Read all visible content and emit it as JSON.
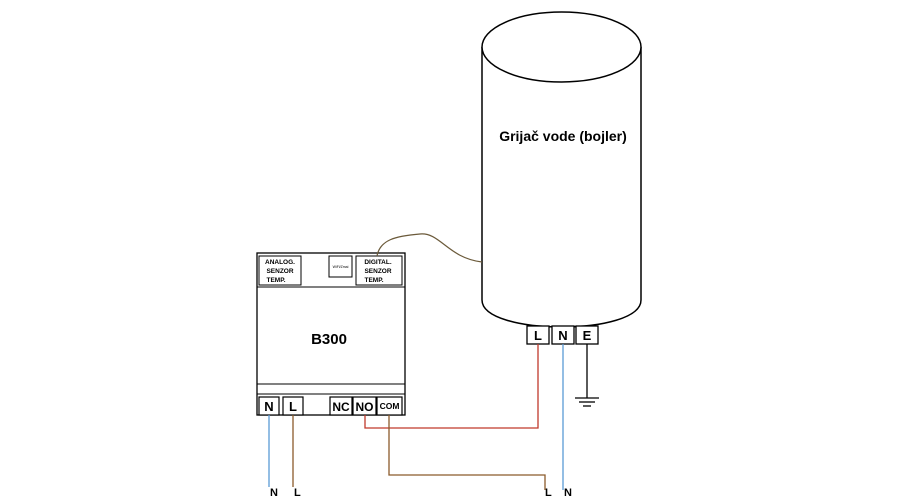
{
  "heater": {
    "title": "Grijač vode (bojler)",
    "terminals": [
      "L",
      "N",
      "E"
    ]
  },
  "controller": {
    "name": "B300",
    "analog_sensor_lines": [
      "ANALOG.",
      "SENZOR",
      "TEMP."
    ],
    "digital_sensor_lines": [
      "DIGITAL.",
      "SENZOR",
      "TEMP."
    ],
    "wifi_label": "WiFi/Zmai",
    "terminals": [
      "N",
      "L",
      "NC",
      "NO",
      "COM"
    ]
  },
  "supply_left": {
    "n_label": "N",
    "l_label": "L"
  },
  "supply_right": {
    "l_label": "L",
    "n_label": "N"
  },
  "colors": {
    "outline": "#000000",
    "live_to_heater": "#c0392b",
    "neutral": "#5b9bd5",
    "live": "#8b5a2b",
    "sensor_cable": "#6b5a3a",
    "ground": "#000000"
  }
}
